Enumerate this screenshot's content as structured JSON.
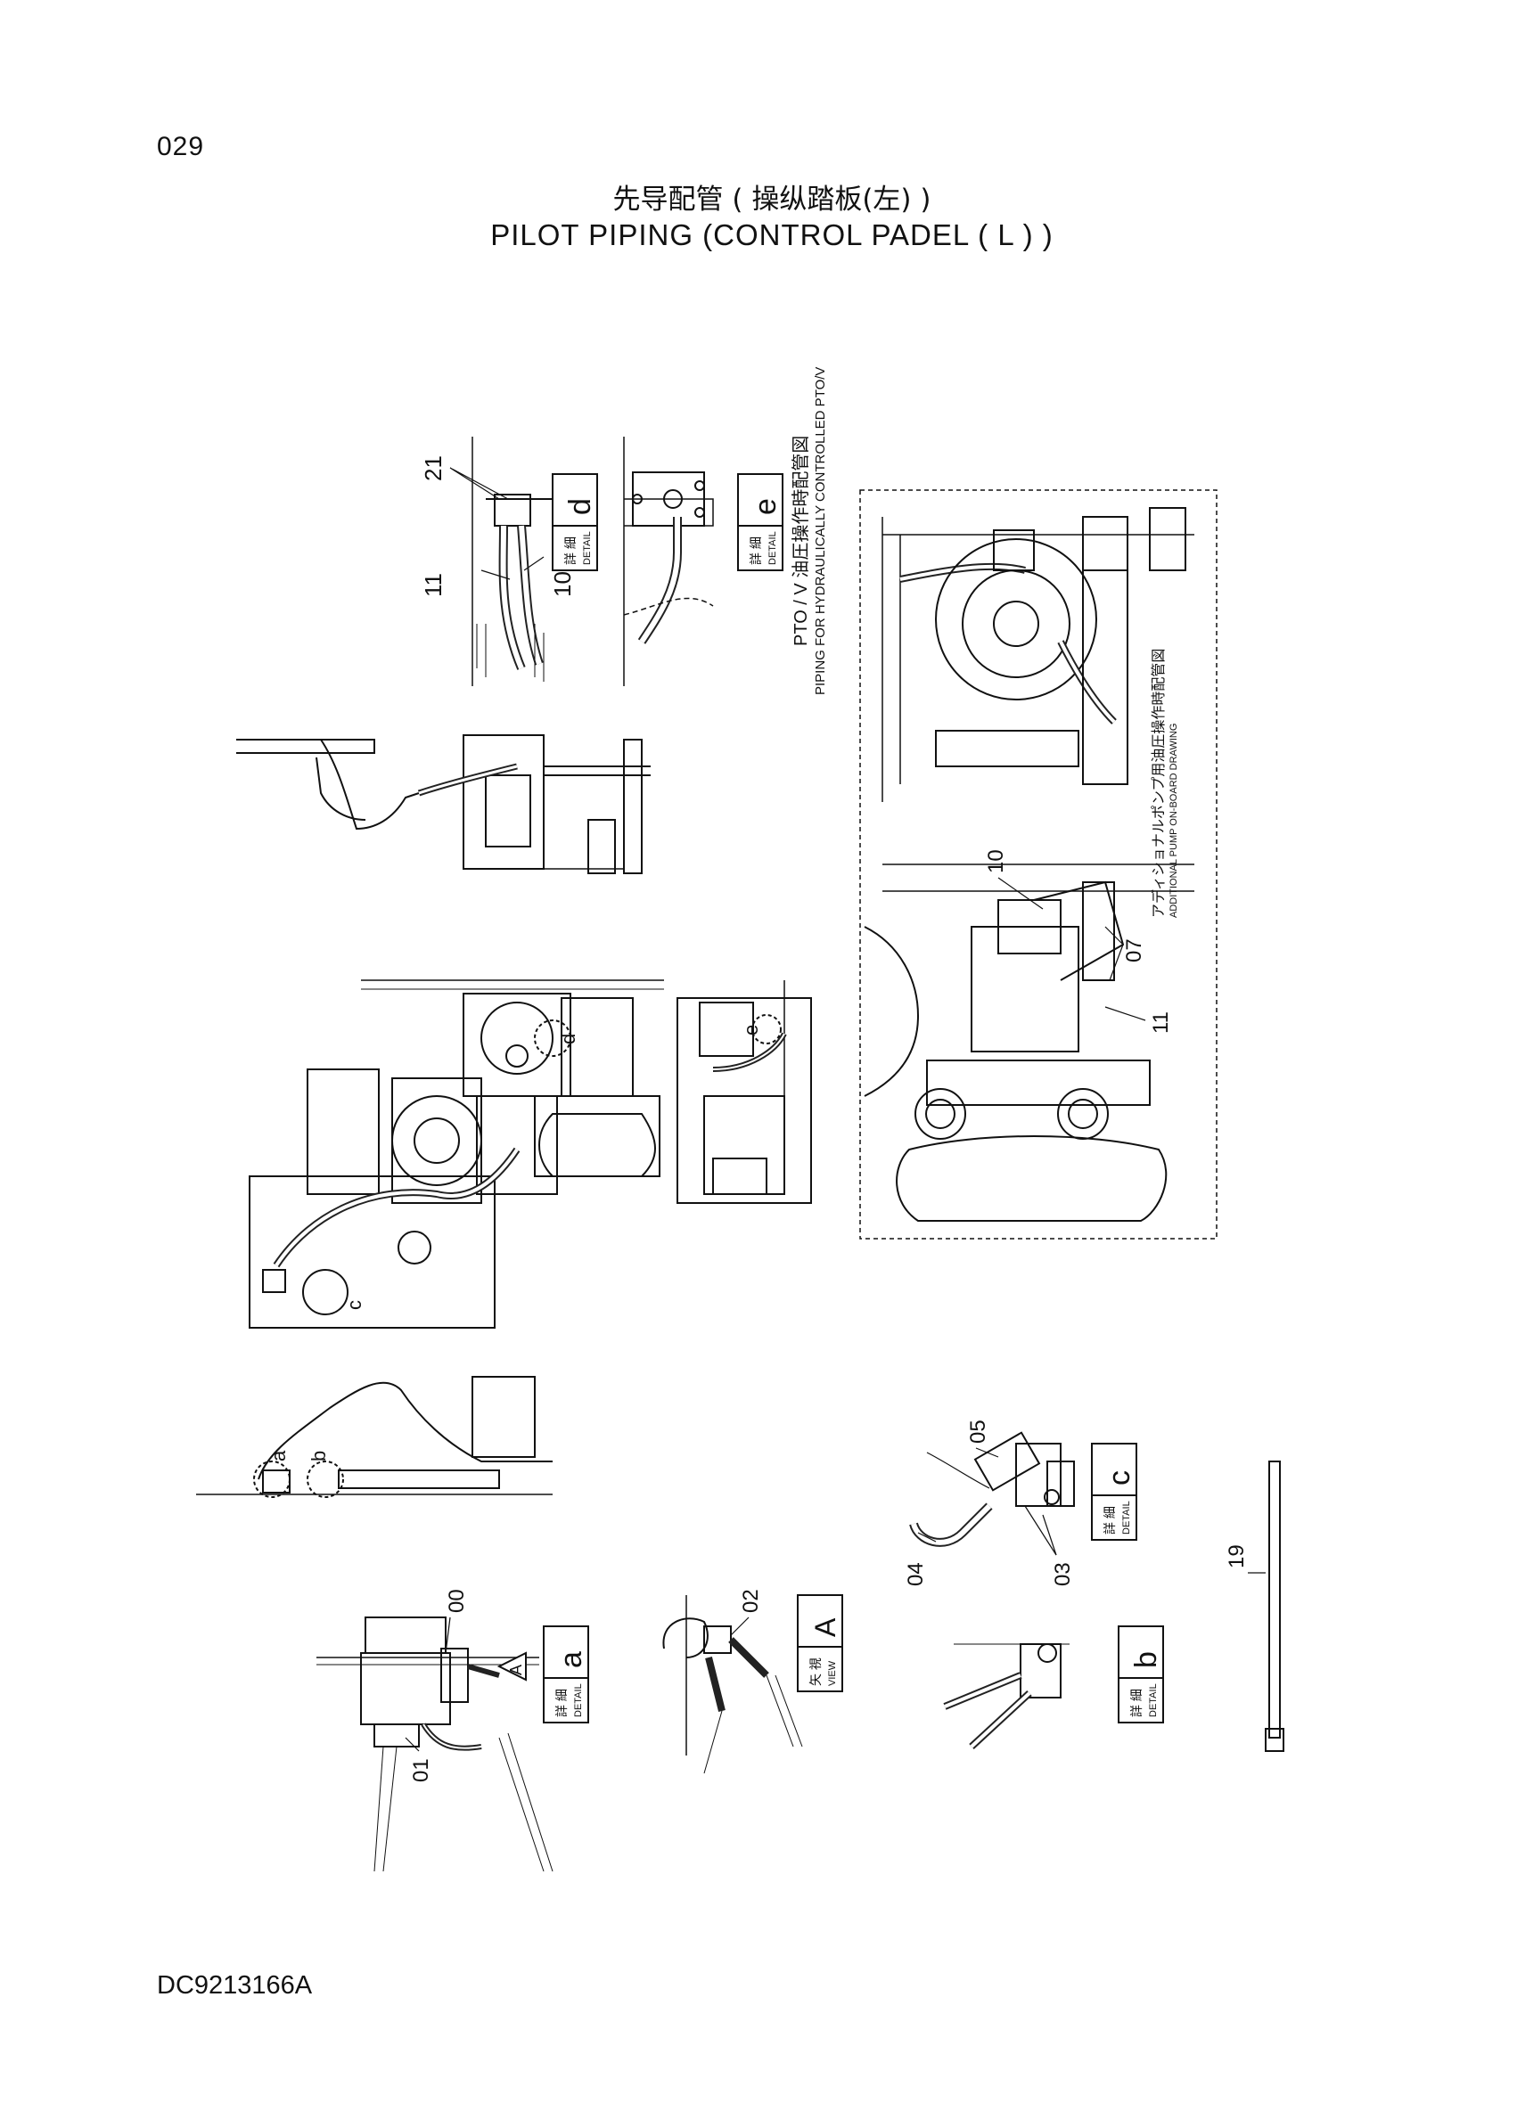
{
  "page_number": "029",
  "title_cn": "先导配管 ( 操纵踏板(左) )",
  "title_en": "PILOT PIPING (CONTROL  PADEL ( L ) )",
  "doc_number": "DC9213166A",
  "details": {
    "a": {
      "cn": "詳 細",
      "en": "DETAIL",
      "letter": "a"
    },
    "b": {
      "cn": "詳 細",
      "en": "DETAIL",
      "letter": "b"
    },
    "c": {
      "cn": "詳 細",
      "en": "DETAIL",
      "letter": "c"
    },
    "d": {
      "cn": "詳 細",
      "en": "DETAIL",
      "letter": "d"
    },
    "e": {
      "cn": "詳 細",
      "en": "DETAIL",
      "letter": "e"
    },
    "A": {
      "cn": "矢 視",
      "en": "VIEW",
      "letter": "A"
    }
  },
  "pto": {
    "line1": "PTO / V   油圧操作時配管図",
    "line2": "PIPING FOR HYDRAULICALLY CONTROLLED PTO/V"
  },
  "pump_note": {
    "line1": "アディショナルポンプ用油圧操作時配管図",
    "line2": "ADDITIONAL PUMP ON-BOARD DRAWING"
  },
  "callouts": {
    "c21": "21",
    "c11a": "11",
    "c10a": "10",
    "c10b": "10",
    "c07": "07",
    "c11b": "11",
    "c05": "05",
    "c04": "04",
    "c03": "03",
    "c19": "19",
    "c00": "00",
    "c01": "01",
    "c02": "02"
  },
  "view_letters": {
    "d": "d",
    "e": "e",
    "c": "c",
    "a": "a",
    "b": "b",
    "A": "A"
  }
}
